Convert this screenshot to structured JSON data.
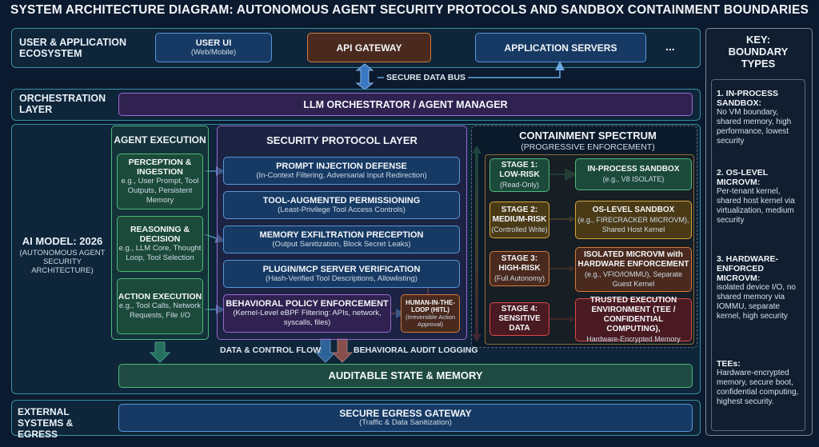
{
  "title": "SYSTEM ARCHITECTURE DIAGRAM: AUTONOMOUS AGENT SECURITY PROTOCOLS AND SANDBOX CONTAINMENT BOUNDARIES",
  "user_layer": {
    "label": "USER & APPLICATION ECOSYSTEM",
    "user_ui": {
      "title": "USER UI",
      "sub": "(Web/Mobile)"
    },
    "api_gateway": {
      "title": "API GATEWAY"
    },
    "app_servers": {
      "title": "APPLICATION SERVERS"
    },
    "ellipsis": "...",
    "bus": "SECURE DATA BUS"
  },
  "orchestration": {
    "label": "ORCHESTRATION LAYER",
    "box": "LLM ORCHESTRATOR / AGENT MANAGER"
  },
  "ai_model": {
    "title": "AI MODEL: 2026",
    "sub": "(AUTONOMOUS AGENT SECURITY ARCHITECTURE)"
  },
  "agent_execution": {
    "title": "AGENT EXECUTION",
    "items": [
      {
        "title": "PERCEPTION & INGESTION",
        "sub": "e.g., User Prompt, Tool Outputs, Persistent Memory"
      },
      {
        "title": "REASONING & DECISION",
        "sub": "e.g., LLM Core, Thought Loop, Tool Selection"
      },
      {
        "title": "ACTION EXECUTION",
        "sub": "e.g., Tool Calls, Network Requests, File I/O"
      }
    ]
  },
  "security": {
    "title": "SECURITY PROTOCOL LAYER",
    "items": [
      {
        "title": "PROMPT INJECTION DEFENSE",
        "sub": "(In-Context Filtering, Adversarial Input Redirection)"
      },
      {
        "title": "TOOL-AUGMENTED PERMISSIONING",
        "sub": "(Least-Privilege Tool Access Controls)"
      },
      {
        "title": "MEMORY EXFILTRATION PRECEPTION",
        "sub": "(Output Sanitization, Block Secret Leaks)"
      },
      {
        "title": "PLUGIN/MCP SERVER VERIFICATION",
        "sub": "(Hash-Verified Tool Descriptions, Allowlisting)"
      }
    ],
    "behavioral": {
      "title": "BEHAVIORAL POLICY ENFORCEMENT",
      "sub": "(Kernel-Level eBPF Filtering: APIs, network, syscalls, files)"
    },
    "hitl": {
      "title": "HUMAN-IN-THE-LOOP (HITL)",
      "sub": "(Irreversible Action Approval)"
    }
  },
  "containment": {
    "title": "CONTAINMENT SPECTRUM",
    "subtitle": "(PROGRESSIVE ENFORCEMENT)",
    "stages": [
      {
        "title": "STAGE 1: LOW-RISK",
        "sub": "(Read-Only)",
        "target_title": "IN-PROCESS SANDBOX",
        "target_sub": "(e.g., V8 ISOLATE)"
      },
      {
        "title": "STAGE 2: MEDIUM-RISK",
        "sub": "(Controlled Write)",
        "target_title": "OS-LEVEL SANDBOX",
        "target_sub": "(e.g., FIRECRACKER MICROVM), Shared Host Kernel"
      },
      {
        "title": "STAGE 3: HIGH-RISK",
        "sub": "(Full Autonomy)",
        "target_title": "ISOLATED MICROVM with HARDWARE ENFORCEMENT",
        "target_sub": "(e.g., VFIO/IOMMU), Separate Guest Kernel"
      },
      {
        "title": "STAGE 4: SENSITIVE DATA",
        "sub": "",
        "target_title": "TRUSTED EXECUTION ENVIRONMENT (TEE / CONFIDENTIAL COMPUTING),",
        "target_sub": "Hardware-Encrypted Memory"
      }
    ]
  },
  "flows": {
    "data_control": "DATA & CONTROL FLOW",
    "audit": "BEHAVIORAL AUDIT LOGGING"
  },
  "state": {
    "title": "AUDITABLE STATE & MEMORY"
  },
  "egress": {
    "label": "EXTERNAL SYSTEMS & EGRESS",
    "title": "SECURE EGRESS GATEWAY",
    "sub": "(Traffic & Data Sanitization)"
  },
  "key": {
    "title": "KEY: BOUNDARY TYPES",
    "items": [
      {
        "head": "1. IN-PROCESS SANDBOX:",
        "body": "No VM boundary, shared memory, high performance, lowest security"
      },
      {
        "head": "2. OS-LEVEL MICROVM:",
        "body": "Per-tenant kernel, shared host kernel via virtualization, medium security"
      },
      {
        "head": "3. HARDWARE-ENFORCED MICROVM:",
        "body": "isolated device I/O, no shared memory via IOMMU, separate kernel, high security"
      },
      {
        "head": "TEEs:",
        "body": "Hardware-encrypted memory, secure boot, confidential computing, highest security."
      }
    ]
  },
  "colors": {
    "teal": "#4fb8c4",
    "orange": "#d57a3a",
    "purple": "#9a6ad0",
    "green": "#4fb87a",
    "yellow": "#d8a83a",
    "red": "#d84a4a"
  }
}
